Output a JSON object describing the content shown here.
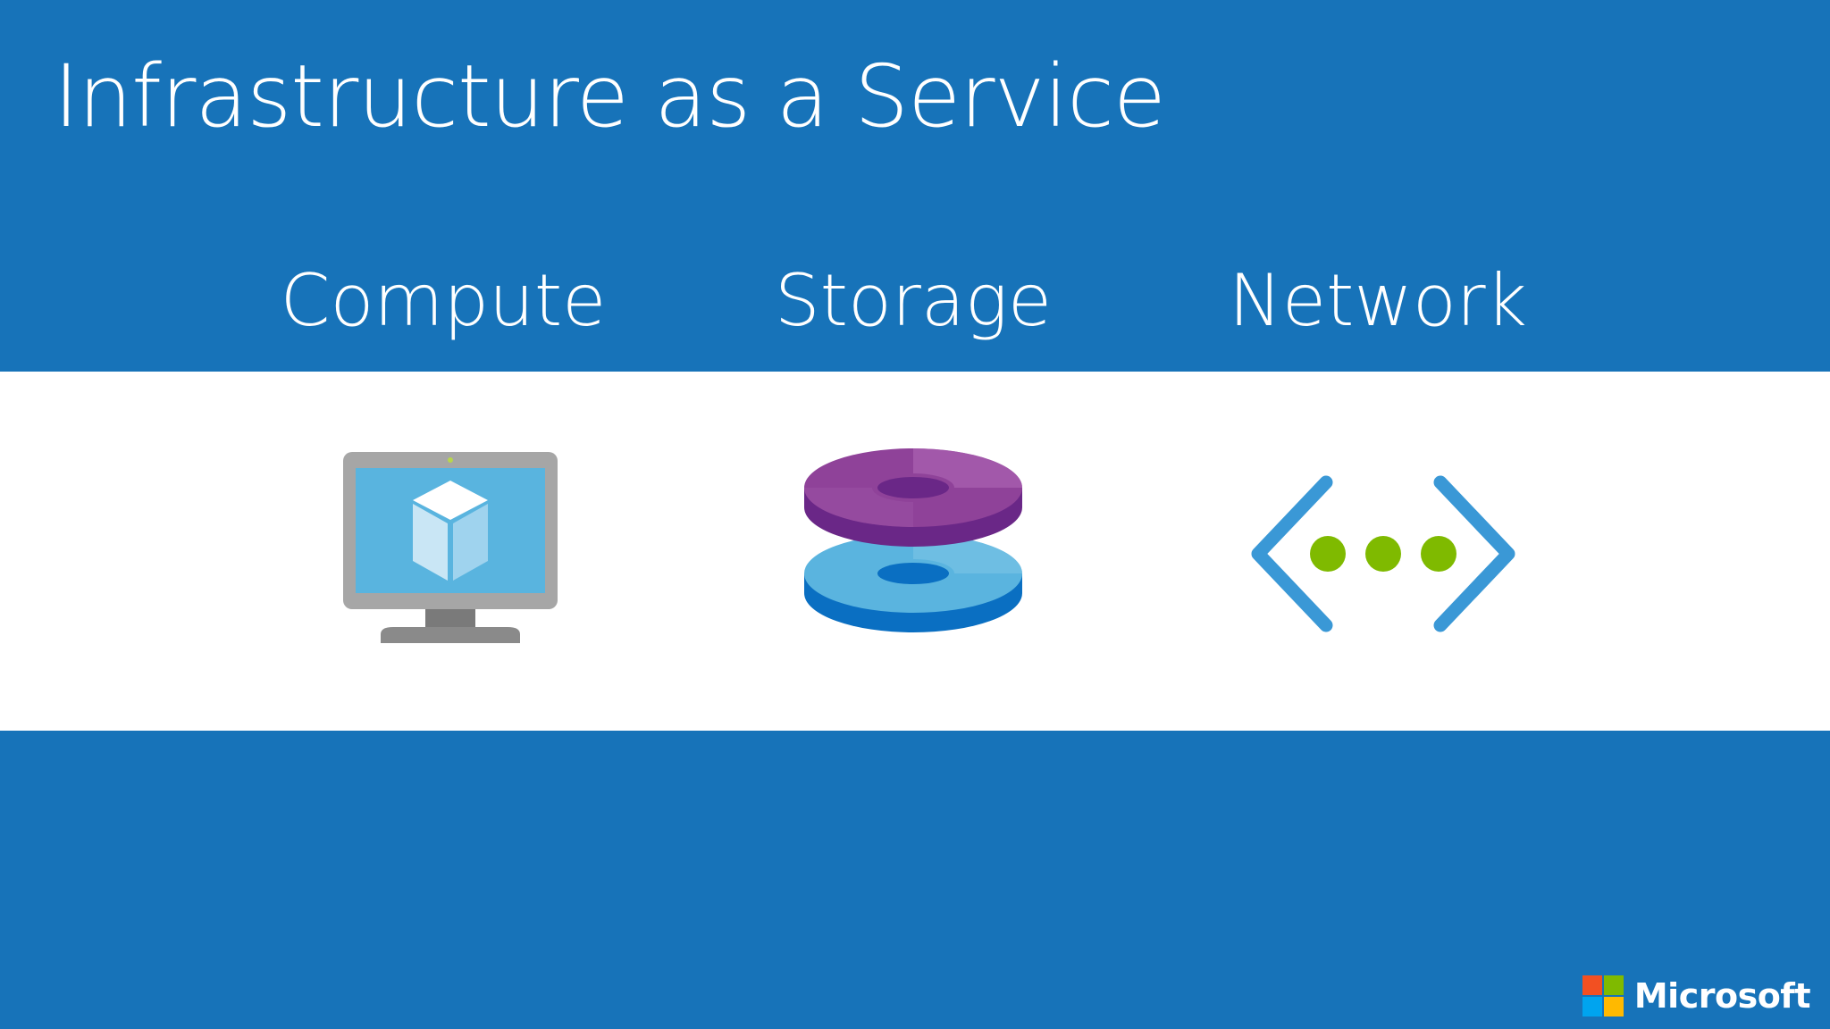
{
  "slide": {
    "title": "Infrastructure as a Service",
    "columns": [
      {
        "label": "Compute",
        "icon": "virtual-machine-monitor-icon"
      },
      {
        "label": "Storage",
        "icon": "storage-disks-icon"
      },
      {
        "label": "Network",
        "icon": "virtual-network-icon"
      }
    ]
  },
  "logo": {
    "text": "Microsoft",
    "icon": "microsoft-four-square-logo-icon"
  },
  "colors": {
    "background_blue": "#1773b9",
    "band_white": "#ffffff",
    "monitor_gray": "#9e9e9e",
    "screen_blue": "#5ab4e2",
    "disk_purple": "#8b3f97",
    "disk_blue": "#57b3df",
    "network_chevron_blue": "#3a98d6",
    "network_dot_green": "#7fba00",
    "ms_red": "#f25022",
    "ms_green": "#7fba00",
    "ms_blue": "#00a4ef",
    "ms_yellow": "#ffb900"
  }
}
